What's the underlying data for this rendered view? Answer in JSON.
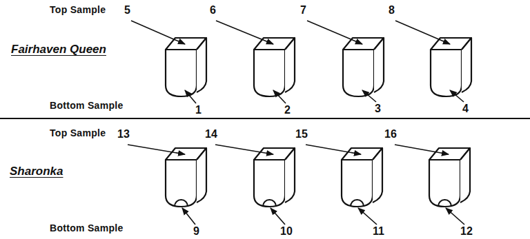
{
  "diagram": {
    "labels": [
      "Top Sample",
      "5",
      "6",
      "7",
      "8",
      "Fairhaven Queen",
      "Bottom Sample",
      "1",
      "2",
      "3",
      "4",
      "Top Sample",
      "13",
      "14",
      "15",
      "16",
      "Sharonka",
      "Bottom Sample",
      "9",
      "10",
      "11",
      "12"
    ]
  }
}
